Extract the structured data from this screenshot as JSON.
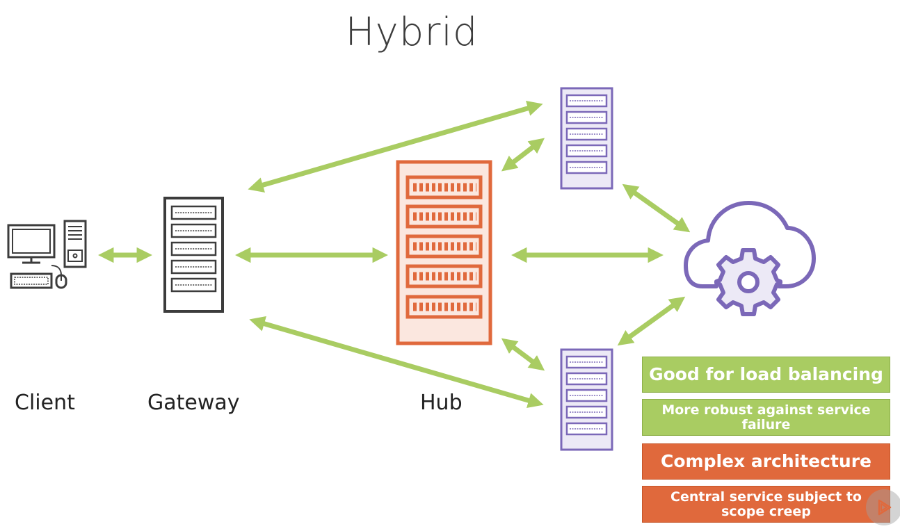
{
  "title": "Hybrid",
  "nodes": {
    "client": "Client",
    "gateway": "Gateway",
    "hub": "Hub"
  },
  "notes": {
    "pro_1": "Good for load balancing",
    "pro_2": "More robust against service failure",
    "con_1": "Complex architecture",
    "con_2": "Central service subject to scope creep"
  },
  "colors": {
    "arrow": "#a9cc62",
    "hub": "#e0693c",
    "service": "#7b68b8",
    "gateway": "#3c3c3c",
    "pro": "#a9cc62",
    "con": "#e0693c"
  },
  "icons": [
    "desktop-computer-icon",
    "server-rack-icon",
    "cloud-gear-icon",
    "play-icon"
  ]
}
